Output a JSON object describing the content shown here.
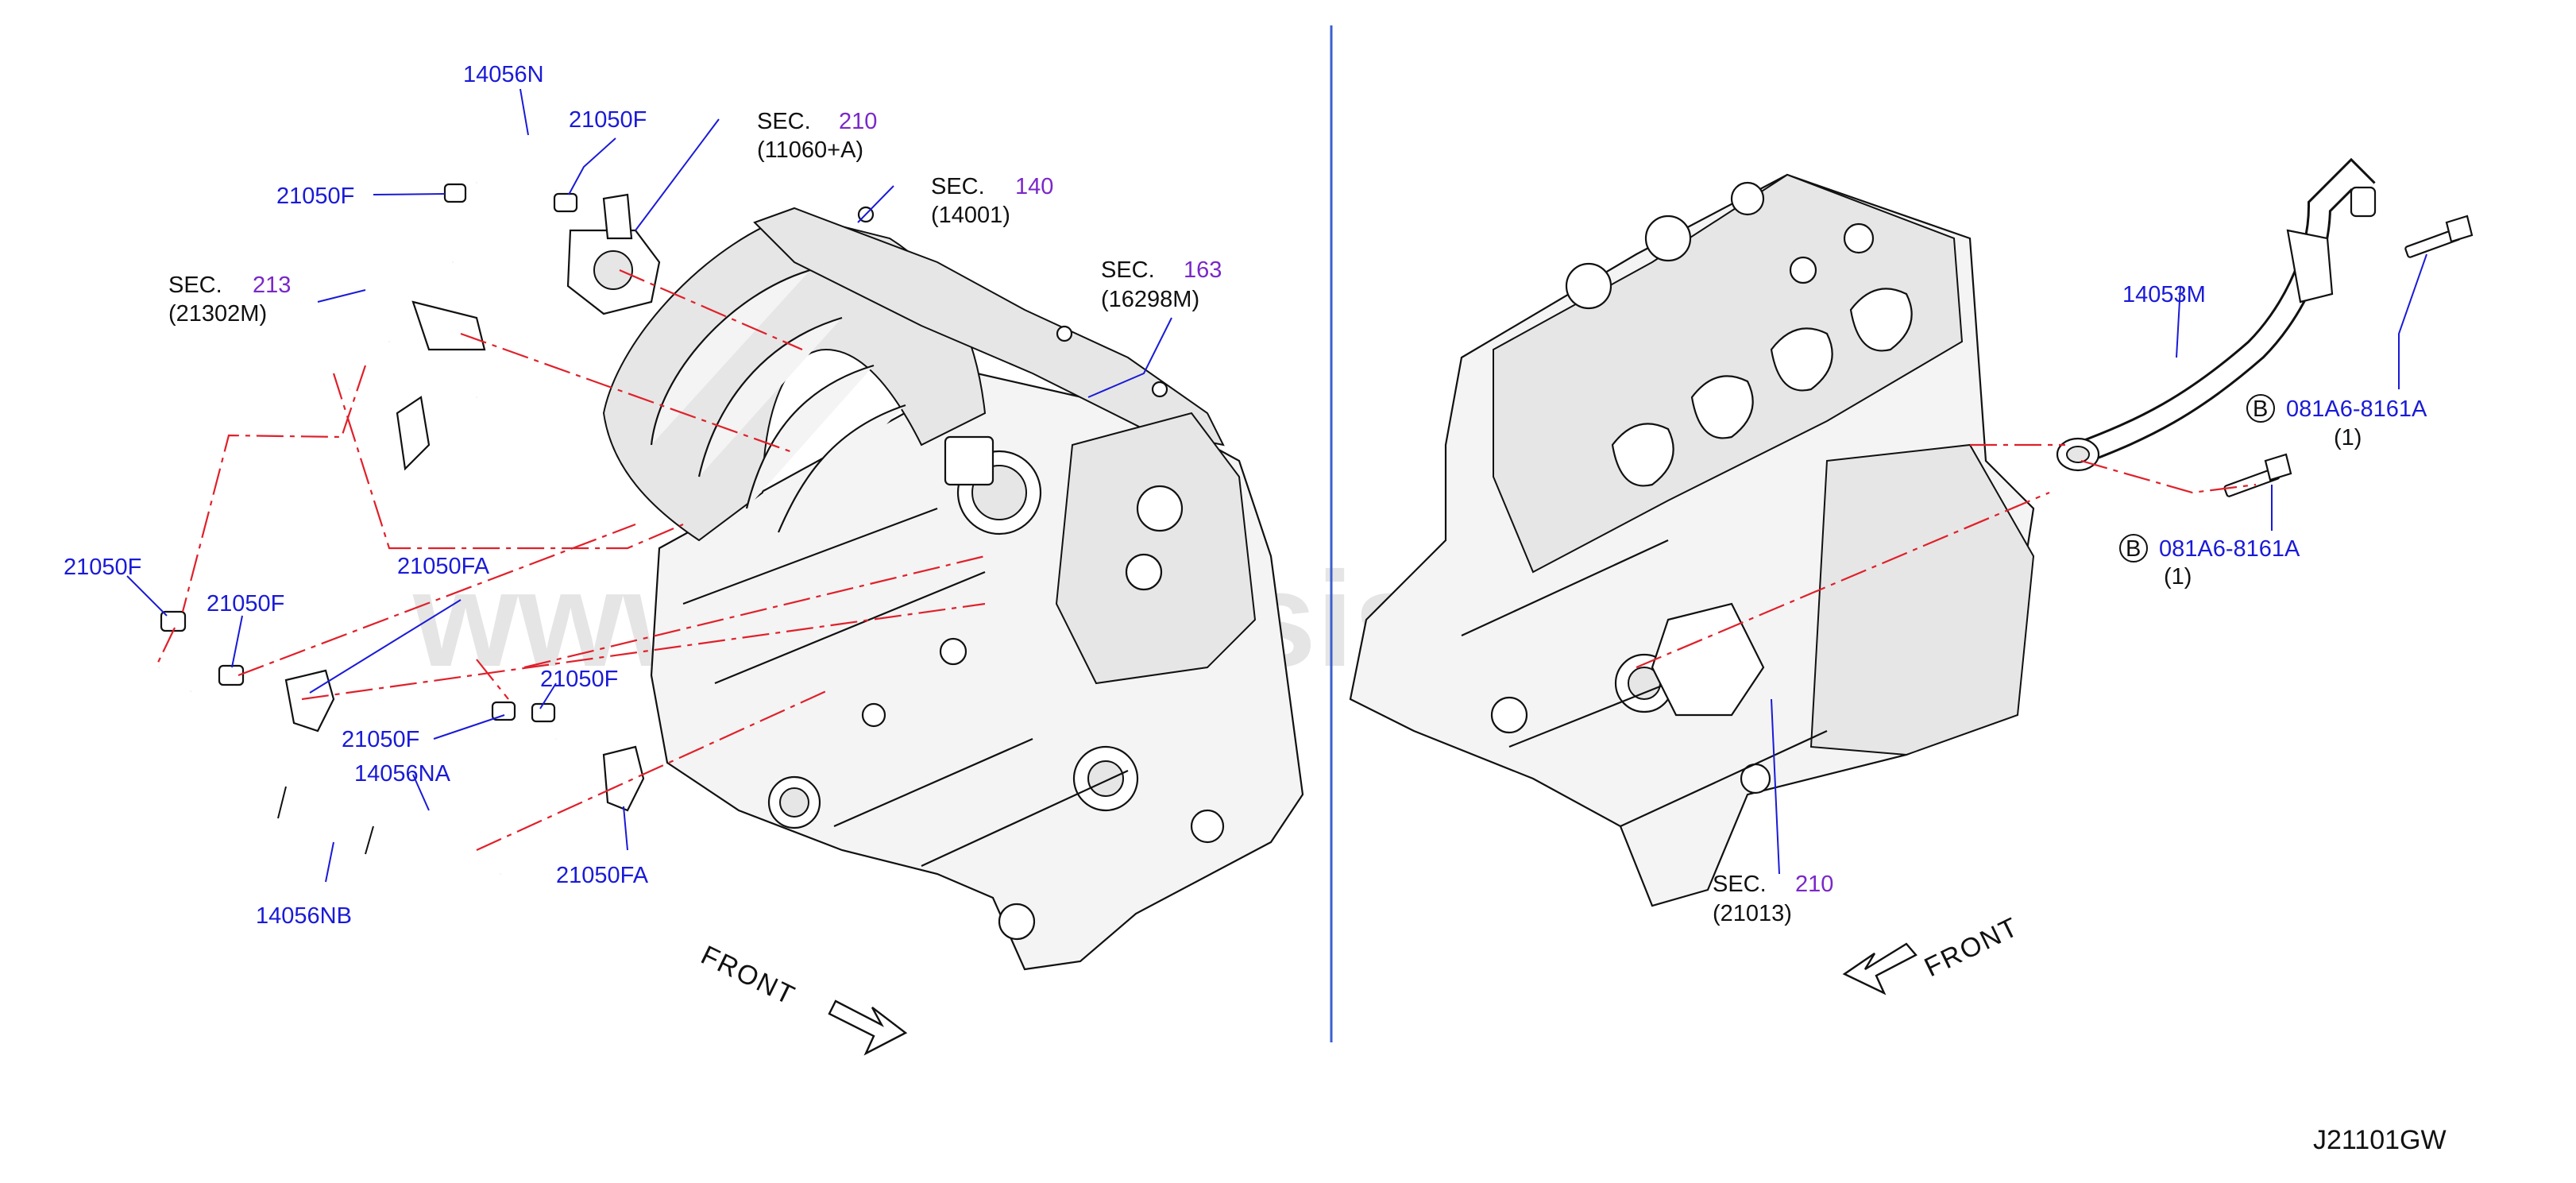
{
  "colors": {
    "part_number": "#1a1ad8",
    "section_number": "#7a28c8",
    "phantom_line": "#e0202a",
    "divider": "#3a5fd0",
    "watermark": "#d0d0d0"
  },
  "watermark": "www.partsassistant.com",
  "diagram_code": "J21101GW",
  "front_labels": {
    "left": "FRONT",
    "right": "FRONT"
  },
  "left_view": {
    "part_labels": {
      "p14056N": "14056N",
      "p21050F_top_right": "21050F",
      "p21050F_top_left": "21050F",
      "p21050F_left": "21050F",
      "p21050F_mid": "21050F",
      "p21050FA_upper": "21050FA",
      "p21050F_lower_left": "21050F",
      "p21050F_lower_right": "21050F",
      "p14056NA": "14056NA",
      "p14056NB": "14056NB",
      "p21050FA_lower": "21050FA"
    },
    "sections": [
      {
        "prefix": "SEC.",
        "number": "210",
        "ref": "(11060+A)"
      },
      {
        "prefix": "SEC.",
        "number": "140",
        "ref": "(14001)"
      },
      {
        "prefix": "SEC.",
        "number": "213",
        "ref": "(21302M)"
      },
      {
        "prefix": "SEC.",
        "number": "163",
        "ref": "(16298M)"
      }
    ]
  },
  "right_view": {
    "part_labels": {
      "p14053M": "14053M",
      "bolt_upper": {
        "marker": "B",
        "part": "081A6-8161A",
        "qty": "(1)"
      },
      "bolt_lower": {
        "marker": "B",
        "part": "081A6-8161A",
        "qty": "(1)"
      }
    },
    "sections": [
      {
        "prefix": "SEC.",
        "number": "210",
        "ref": "(21013)"
      }
    ]
  }
}
